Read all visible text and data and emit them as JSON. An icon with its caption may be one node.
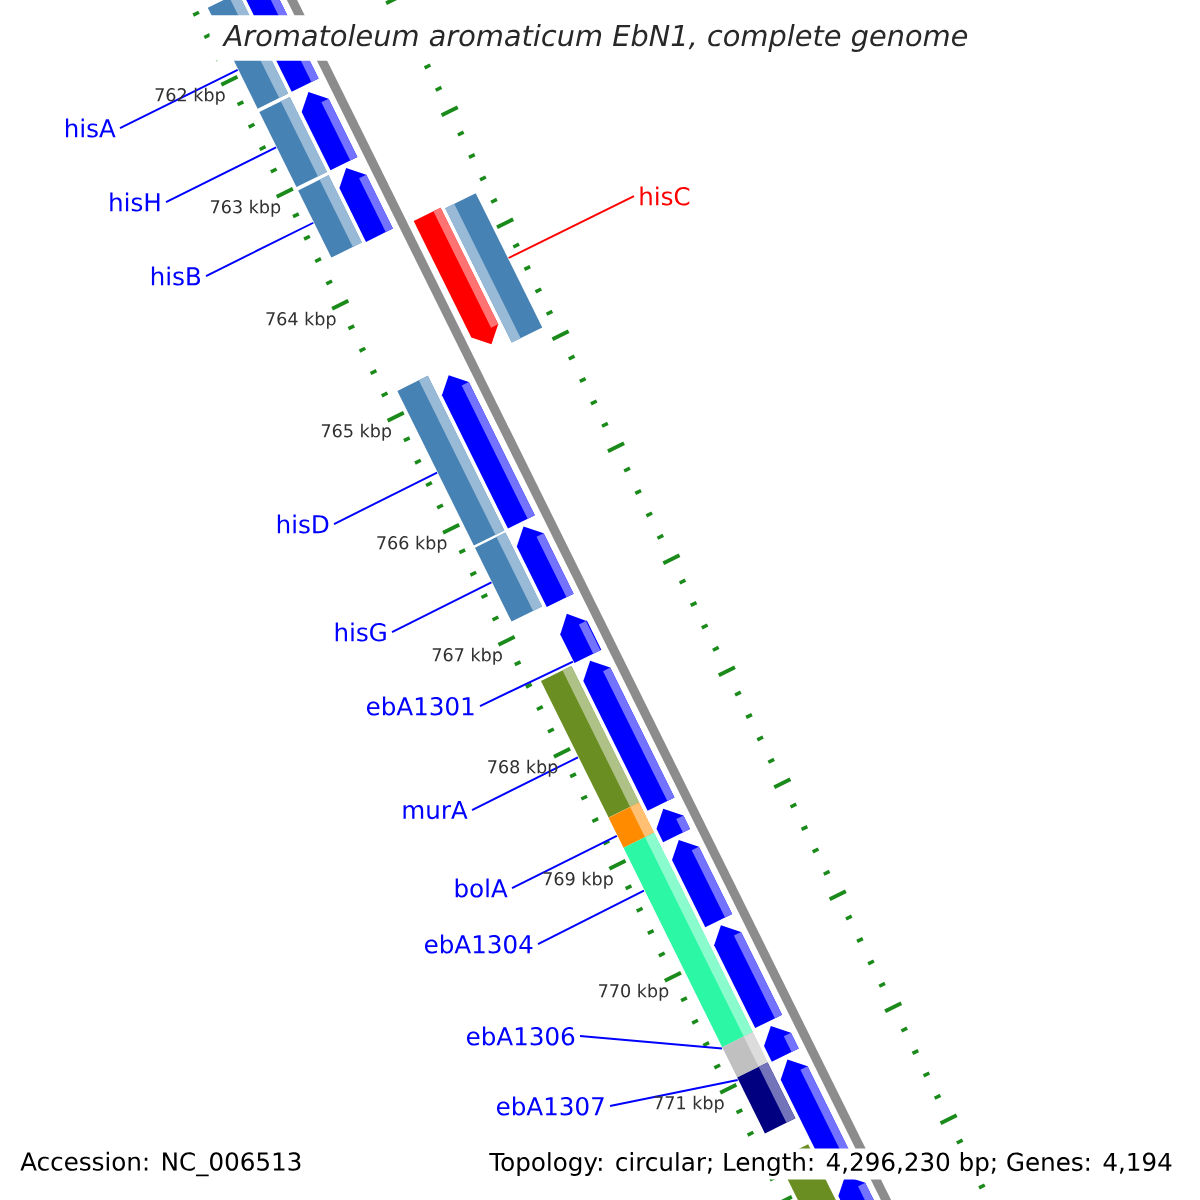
{
  "diagram": {
    "title": "Aromatoleum aromaticum EbN1, complete genome",
    "nodes": [
      {
        "text": [
          "hisA"
        ]
      },
      {
        "text": [
          "hisC"
        ]
      },
      {
        "text": [
          "hisH"
        ]
      },
      {
        "text": [
          "hisB"
        ]
      },
      {
        "text": [
          "hisD"
        ]
      },
      {
        "text": [
          "hisG"
        ]
      },
      {
        "text": [
          "ebA1301"
        ]
      },
      {
        "text": [
          "murA"
        ]
      },
      {
        "text": [
          "bolA"
        ]
      },
      {
        "text": [
          "ebA1304"
        ]
      },
      {
        "text": [
          "ebA1306"
        ]
      },
      {
        "text": [
          "ebA1307"
        ]
      },
      {
        "text": [],
        "shape": "bar"
      },
      {
        "text": [],
        "shape": "bar"
      },
      {
        "text": [],
        "shape": "bar"
      },
      {
        "text": [],
        "shape": "bar"
      },
      {
        "text": [],
        "shape": "bar"
      },
      {
        "text": [],
        "shape": "bar"
      },
      {
        "text": [],
        "shape": "bar"
      },
      {
        "text": [],
        "shape": "bar"
      },
      {
        "text": [],
        "shape": "bar"
      },
      {
        "text": [],
        "shape": "bar"
      },
      {
        "text": [],
        "shape": "bar"
      },
      {
        "text": [],
        "shape": "bar"
      }
    ],
    "edges": [
      {
        "from": 0,
        "to": 12,
        "arrow": "none"
      },
      {
        "from": 1,
        "to": 15,
        "arrow": "none",
        "color": "#ff0000"
      },
      {
        "from": 2,
        "to": 13,
        "arrow": "none"
      },
      {
        "from": 3,
        "to": 14,
        "arrow": "none"
      },
      {
        "from": 4,
        "to": 16,
        "arrow": "none"
      },
      {
        "from": 5,
        "to": 17,
        "arrow": "none"
      },
      {
        "from": 6,
        "to": 18,
        "arrow": "none"
      },
      {
        "from": 7,
        "to": 19,
        "arrow": "none"
      },
      {
        "from": 8,
        "to": 20,
        "arrow": "none"
      },
      {
        "from": 9,
        "to": 21,
        "arrow": "none"
      },
      {
        "from": 10,
        "to": 22,
        "arrow": "none"
      },
      {
        "from": 11,
        "to": 23,
        "arrow": "none"
      }
    ],
    "labels": [
      "762 kbp",
      "763 kbp",
      "764 kbp",
      "765 kbp",
      "766 kbp",
      "767 kbp",
      "768 kbp",
      "769 kbp",
      "770 kbp",
      "771 kbp",
      "Accession: NC_006513",
      "Topology: circular; Length: 4,296,230 bp; Genes: 4,194"
    ]
  }
}
